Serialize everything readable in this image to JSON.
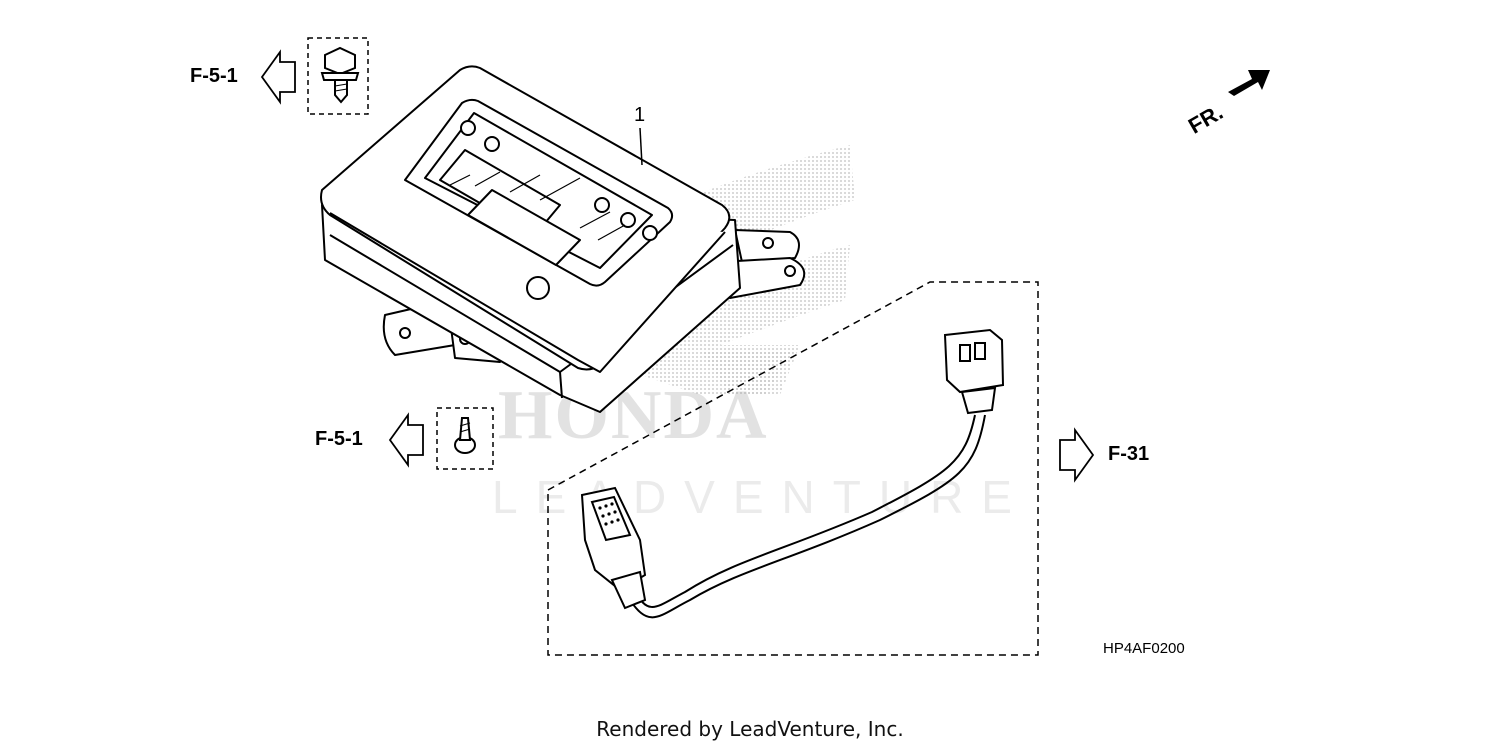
{
  "watermark": {
    "brand": "HONDA",
    "company": "LEADVENTURE"
  },
  "callouts": {
    "part_number": "1",
    "ref_top": "F-5-1",
    "ref_mid": "F-5-1",
    "ref_right": "F-31",
    "front": "FR."
  },
  "diagram_code": "HP4AF0200",
  "footer": "Rendered by LeadVenture, Inc."
}
